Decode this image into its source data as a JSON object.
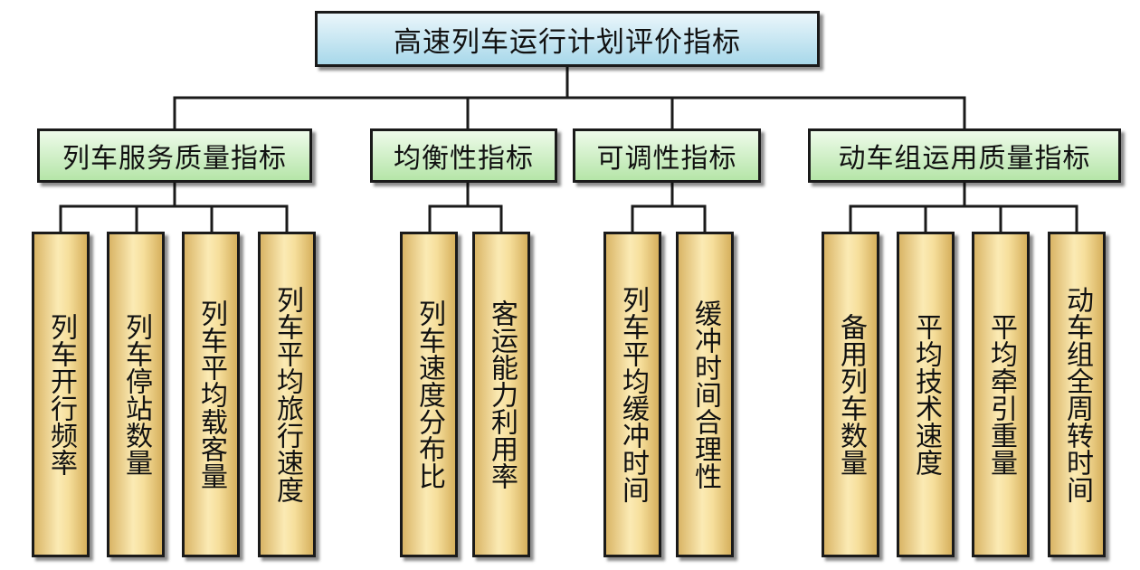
{
  "root": {
    "label": "高速列车运行计划评价指标"
  },
  "categories": [
    {
      "label": "列车服务质量指标",
      "items": [
        "列车开行频率",
        "列车停站数量",
        "列车平均载客量",
        "列车平均旅行速度"
      ]
    },
    {
      "label": "均衡性指标",
      "items": [
        "列车速度分布比",
        "客运能力利用率"
      ]
    },
    {
      "label": "可调性指标",
      "items": [
        "列车平均缓冲时间",
        "缓冲时间合理性"
      ]
    },
    {
      "label": "动车组运用质量指标",
      "items": [
        "备用列车数量",
        "平均技术速度",
        "平均牵引重量",
        "动车组全周转时间"
      ]
    }
  ]
}
